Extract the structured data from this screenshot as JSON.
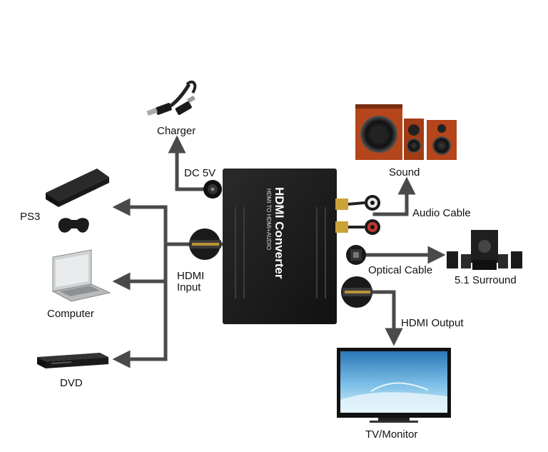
{
  "labels": {
    "charger": "Charger",
    "dc5v": "DC 5V",
    "sound": "Sound",
    "audio_cable": "Audio Cable",
    "optical_cable": "Optical Cable",
    "surround": "5.1 Surround",
    "hdmi_output": "HDMI Output",
    "tv_monitor": "TV/Monitor",
    "hdmi_input_line1": "HDMI",
    "hdmi_input_line2": "Input",
    "ps3": "PS3",
    "computer": "Computer",
    "dvd": "DVD"
  },
  "device": {
    "title": "HDMI Converter",
    "subtitle": "HDMI TO HDMI+AUDIO"
  },
  "colors": {
    "arrow": "#4a4a4a",
    "device_body": "#1c1c1c",
    "rca_red": "#c0392b",
    "rca_white": "#e8e8e8",
    "gold": "#c9a23a",
    "speaker_wood": "#b5451b",
    "screen_blue": "#5fa8d8"
  },
  "icons": [
    "usb-charger-icon",
    "ps3-console-icon",
    "laptop-icon",
    "dvd-player-icon",
    "speakers-icon",
    "surround-speakers-icon",
    "tv-monitor-icon"
  ]
}
